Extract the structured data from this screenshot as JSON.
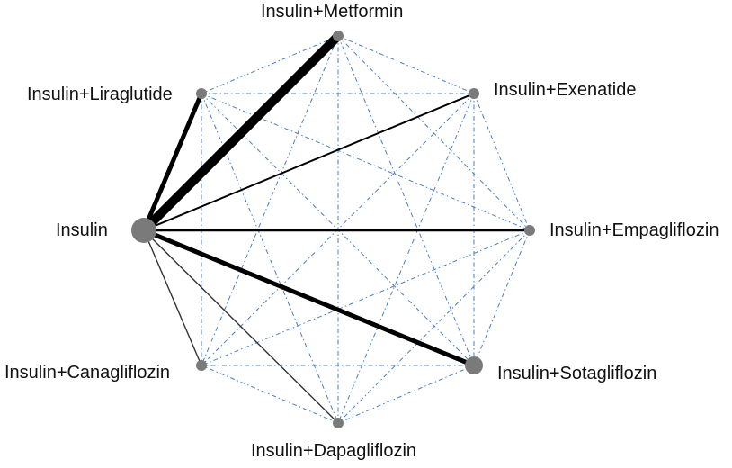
{
  "colors": {
    "direct_edge": "#000000",
    "indirect_edge": "#4a7fc1",
    "node": "#7a7a7a"
  },
  "nodes": [
    {
      "id": "insulin",
      "label": "Insulin"
    },
    {
      "id": "metformin",
      "label": "Insulin+Metformin"
    },
    {
      "id": "liraglutide",
      "label": "Insulin+Liraglutide"
    },
    {
      "id": "exenatide",
      "label": "Insulin+Exenatide"
    },
    {
      "id": "empagliflozin",
      "label": "Insulin+Empagliflozin"
    },
    {
      "id": "sotagliflozin",
      "label": "Insulin+Sotagliflozin"
    },
    {
      "id": "dapagliflozin",
      "label": "Insulin+Dapagliflozin"
    },
    {
      "id": "canagliflozin",
      "label": "Insulin+Canagliflozin"
    }
  ],
  "direct_edges": [
    {
      "from": "insulin",
      "to": "metformin",
      "weight": 5
    },
    {
      "from": "insulin",
      "to": "liraglutide",
      "weight": 2.5
    },
    {
      "from": "insulin",
      "to": "exenatide",
      "weight": 1
    },
    {
      "from": "insulin",
      "to": "empagliflozin",
      "weight": 1.2
    },
    {
      "from": "insulin",
      "to": "sotagliflozin",
      "weight": 2.5
    },
    {
      "from": "insulin",
      "to": "dapagliflozin",
      "weight": 0.7
    },
    {
      "from": "insulin",
      "to": "canagliflozin",
      "weight": 0.7
    }
  ],
  "indirect_edges": "all-other-pairs"
}
